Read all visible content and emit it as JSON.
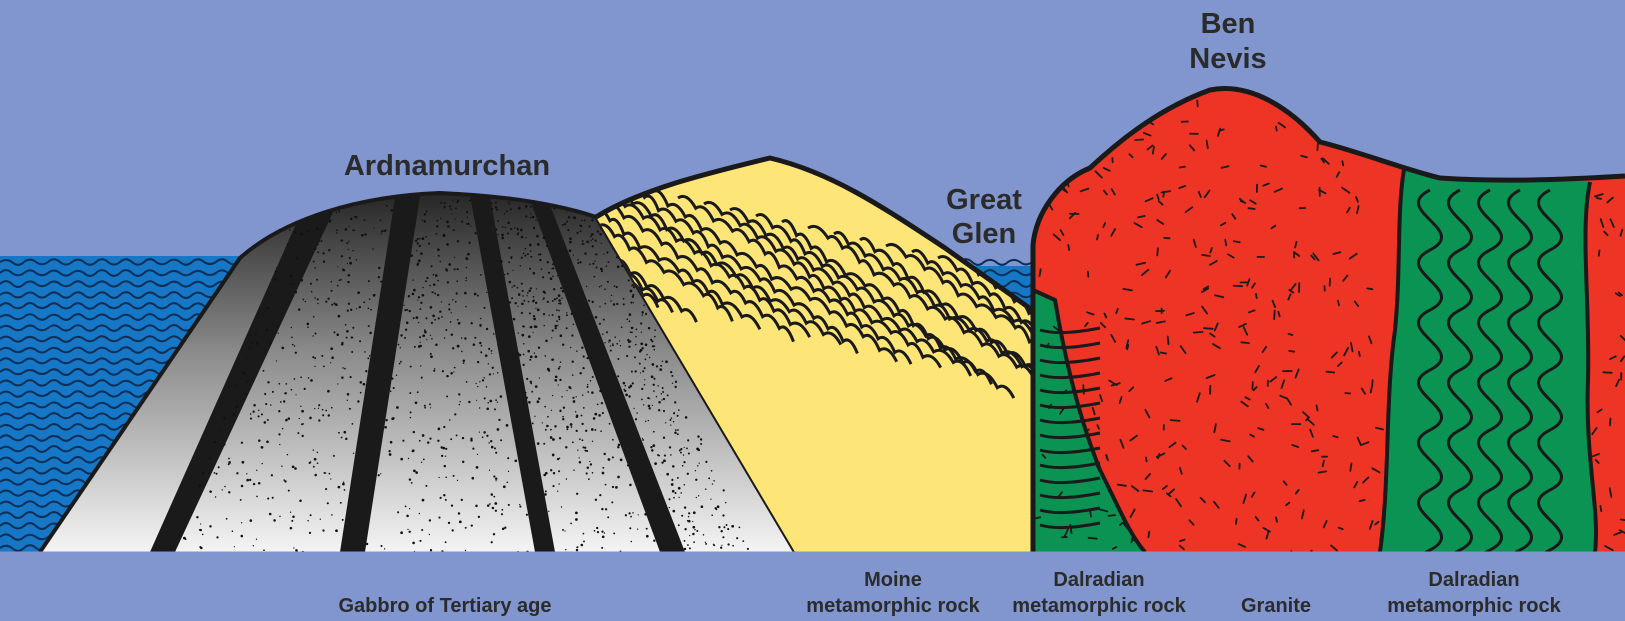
{
  "peaks": {
    "ardnamurchan": "Ardnamurchan",
    "great_glen_line1": "Great",
    "great_glen_line2": "Glen",
    "ben_nevis_line1": "Ben",
    "ben_nevis_line2": "Nevis"
  },
  "rock_labels": {
    "gabbro": "Gabbro of Tertiary age",
    "moine_line1": "Moine",
    "moine_line2": "metamorphic rock",
    "dalradian_west_line1": "Dalradian",
    "dalradian_west_line2": "metamorphic rock",
    "granite": "Granite",
    "dalradian_east_line1": "Dalradian",
    "dalradian_east_line2": "metamorphic rock"
  },
  "colors": {
    "sky": "#8196cf",
    "sea": "#1677c6",
    "gabbro_dark": "#2a2a2a",
    "gabbro_light": "#f2f2f2",
    "moine": "#fde577",
    "dalradian": "#0b9354",
    "granite": "#ee3424",
    "outline": "#1a1a1a"
  },
  "icons": [
    "sea-waves",
    "gabbro-dotted-bands",
    "moine-wavy-foliation",
    "granite-speckles",
    "dalradian-folds"
  ]
}
